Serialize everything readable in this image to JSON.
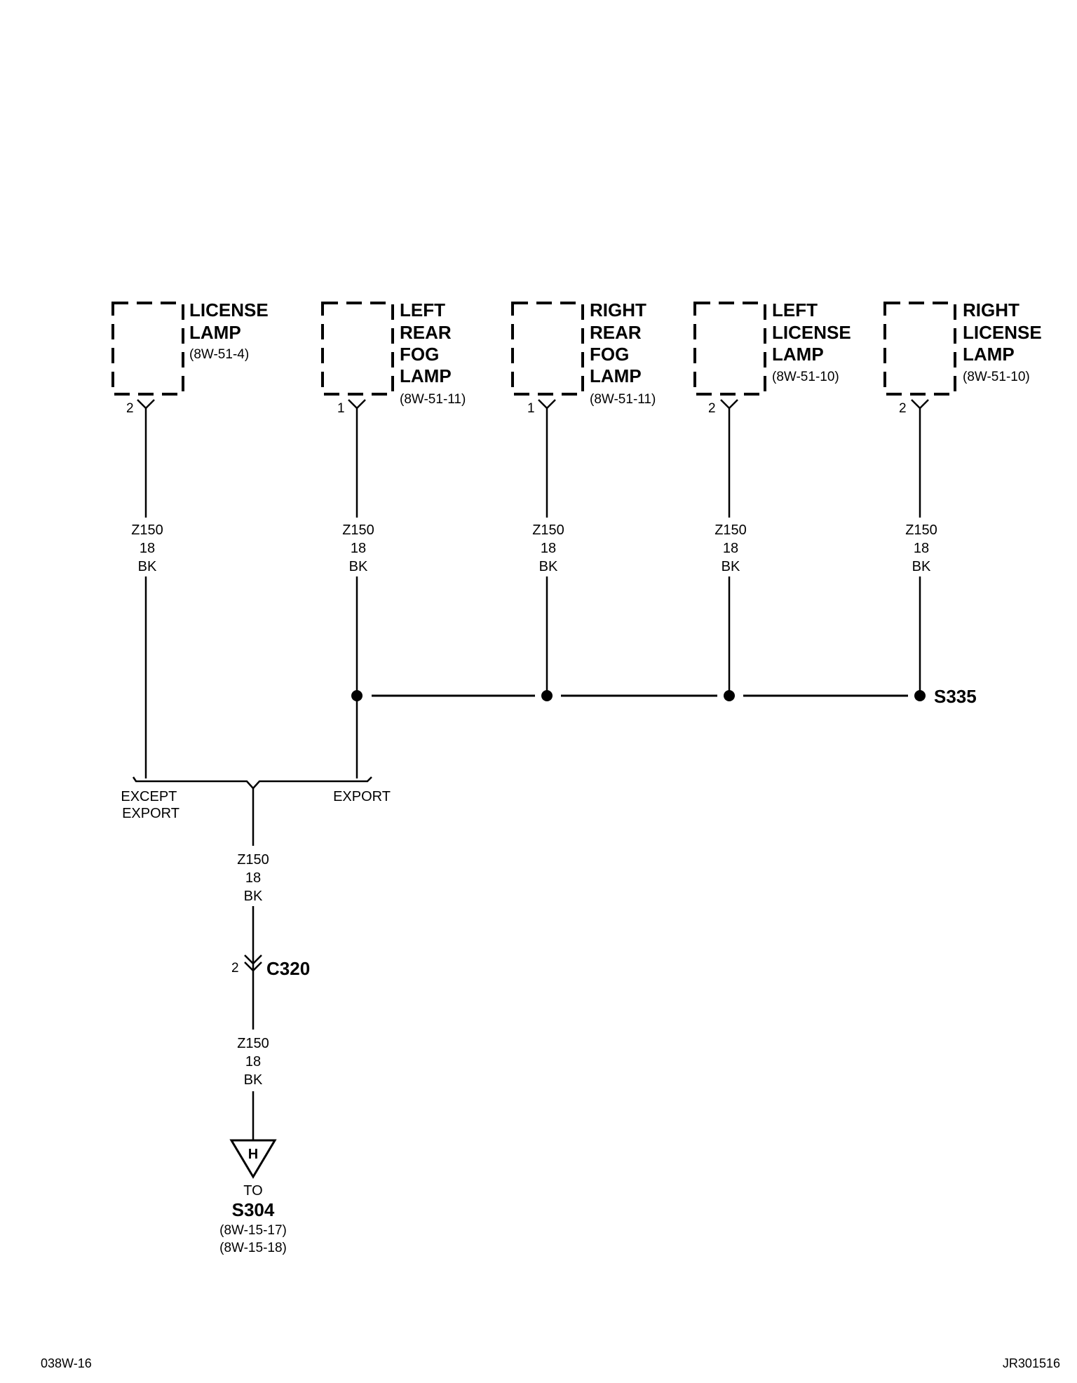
{
  "components": [
    {
      "name_lines": [
        "LICENSE",
        "LAMP"
      ],
      "ref": "(8W-51-4)",
      "pin": "2"
    },
    {
      "name_lines": [
        "LEFT",
        "REAR",
        "FOG",
        "LAMP"
      ],
      "ref": "(8W-51-11)",
      "pin": "1"
    },
    {
      "name_lines": [
        "RIGHT",
        "REAR",
        "FOG",
        "LAMP"
      ],
      "ref": "(8W-51-11)",
      "pin": "1"
    },
    {
      "name_lines": [
        "LEFT",
        "LICENSE",
        "LAMP"
      ],
      "ref": "(8W-51-10)",
      "pin": "2"
    },
    {
      "name_lines": [
        "RIGHT",
        "LICENSE",
        "LAMP"
      ],
      "ref": "(8W-51-10)",
      "pin": "2"
    }
  ],
  "wire": {
    "circuit": "Z150",
    "gauge": "18",
    "color": "BK"
  },
  "splice": {
    "label": "S335"
  },
  "options": {
    "left": [
      "EXCEPT",
      "EXPORT"
    ],
    "right": "EXPORT"
  },
  "connector": {
    "pin": "2",
    "label": "C320"
  },
  "ground": {
    "letter": "H",
    "to": "TO",
    "dest": "S304",
    "refs": [
      "(8W-15-17)",
      "(8W-15-18)"
    ]
  },
  "footer": {
    "left": "038W-16",
    "right": "JR301516"
  }
}
